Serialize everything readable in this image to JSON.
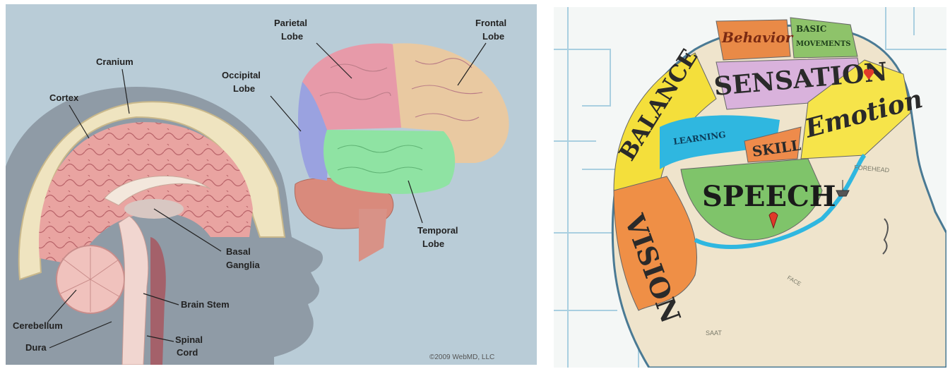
{
  "diagram": {
    "labels": {
      "cranium": "Cranium",
      "cortex": "Cortex",
      "basal": [
        "Basal",
        "Ganglia"
      ],
      "brainstem": "Brain Stem",
      "cerebellum": "Cerebellum",
      "dura": "Dura",
      "spinal": [
        "Spinal",
        "Cord"
      ],
      "parietal": [
        "Parietal",
        "Lobe"
      ],
      "frontal": [
        "Frontal",
        "Lobe"
      ],
      "occipital": [
        "Occipital",
        "Lobe"
      ],
      "temporal": [
        "Temporal",
        "Lobe"
      ]
    },
    "copyright": "©2009 WebMD, LLC"
  },
  "phrenology": {
    "regions": {
      "behavior": "Behavior",
      "basic": [
        "BASIC",
        "MOVEMENTS"
      ],
      "balance": "BALANCE",
      "sensation": "SENSATION",
      "emotion": "Emotion",
      "learning": "LEARNING",
      "skill": "SKILL",
      "speech": "SPEECH",
      "vision": "VISION"
    },
    "colors": {
      "behavior": "#e98a47",
      "basic": "#8ec36a",
      "balance": "#f4df3b",
      "sensation": "#d9b2dc",
      "emotion": "#f6e44a",
      "learning": "#2fb7e0",
      "skill": "#ee8b4b",
      "speech": "#7fc46a",
      "vision": "#ef8f46"
    },
    "map_text": [
      "FOREHEAD",
      "FACE",
      "SAAT"
    ]
  }
}
